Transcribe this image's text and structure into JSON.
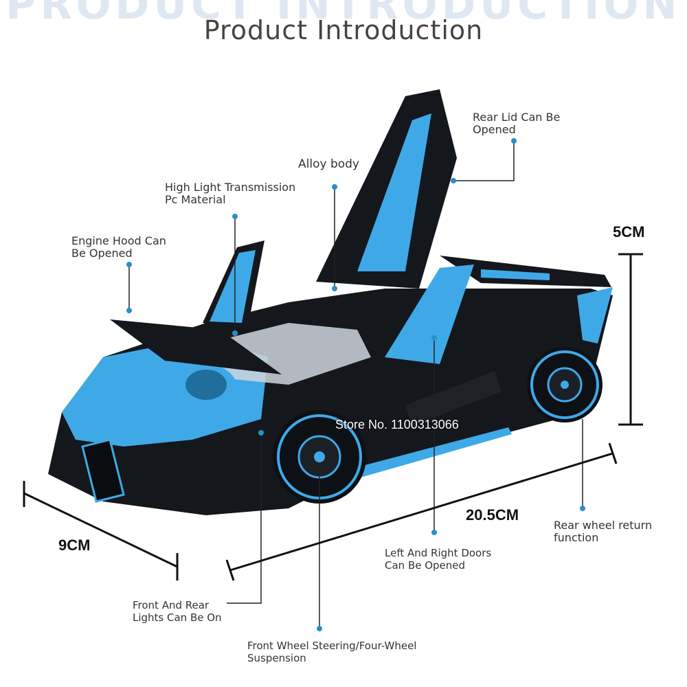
{
  "title": "Product Introduction",
  "watermark": "Store No. 1100313066",
  "colors": {
    "accent": "#3fa9e8",
    "dark": "#14171c",
    "leader": "#222222",
    "dot": "#2a8fc9"
  },
  "labels": {
    "rear_lid": "Rear Lid Can Be\nOpened",
    "alloy_body": "Alloy body",
    "high_light": "High Light Transmission\n Pc Material",
    "engine_hood": "Engine Hood Can\nBe Opened",
    "rear_wheel": "Rear wheel return\nfunction",
    "doors": "Left And Right Doors\nCan Be Opened",
    "lights": "Front And Rear\n Lights Can Be On",
    "steering": "Front Wheel Steering/Four-Wheel\nSuspension"
  },
  "dimensions": {
    "height": "5CM",
    "length": "20.5CM",
    "width": "9CM"
  }
}
